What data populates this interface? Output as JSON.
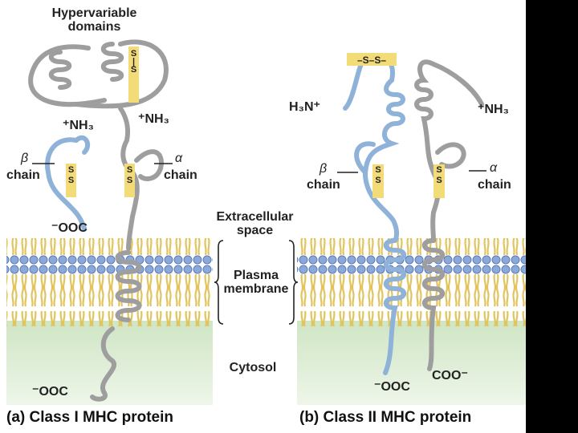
{
  "labels": {
    "hypervariable_line1": "Hypervariable",
    "hypervariable_line2": "domains",
    "nh3_a1": "⁺NH₃",
    "nh3_a2": "⁺NH₃",
    "beta_a": "β",
    "chain_beta_a": "chain",
    "alpha_a": "α",
    "chain_alpha_a": "chain",
    "ooc_a1": "⁻OOC",
    "ooc_a2": "⁻OOC",
    "h3n_b": "H₃N⁺",
    "nh3_b": "⁺NH₃",
    "beta_b": "β",
    "chain_beta_b": "chain",
    "alpha_b": "α",
    "chain_alpha_b": "chain",
    "ooc_b": "⁻OOC",
    "coo_b": "COO⁻",
    "extracellular_line1": "Extracellular",
    "extracellular_line2": "space",
    "plasma_line1": "Plasma",
    "plasma_line2": "membrane",
    "cytosol": "Cytosol",
    "disulfide": "S",
    "disulfide_bond": "–S–S–"
  },
  "captions": {
    "a": "(a) Class I MHC protein",
    "b": "(b) Class II MHC protein"
  },
  "colors": {
    "beta_chain": "#8fb2d9",
    "alpha_chain": "#bdbdbd",
    "disulfide": "#f3dc78",
    "lipid_head": "#7f9ed2",
    "lipid_tail": "#e8cf76",
    "cytosol": "#d9ebd1"
  }
}
